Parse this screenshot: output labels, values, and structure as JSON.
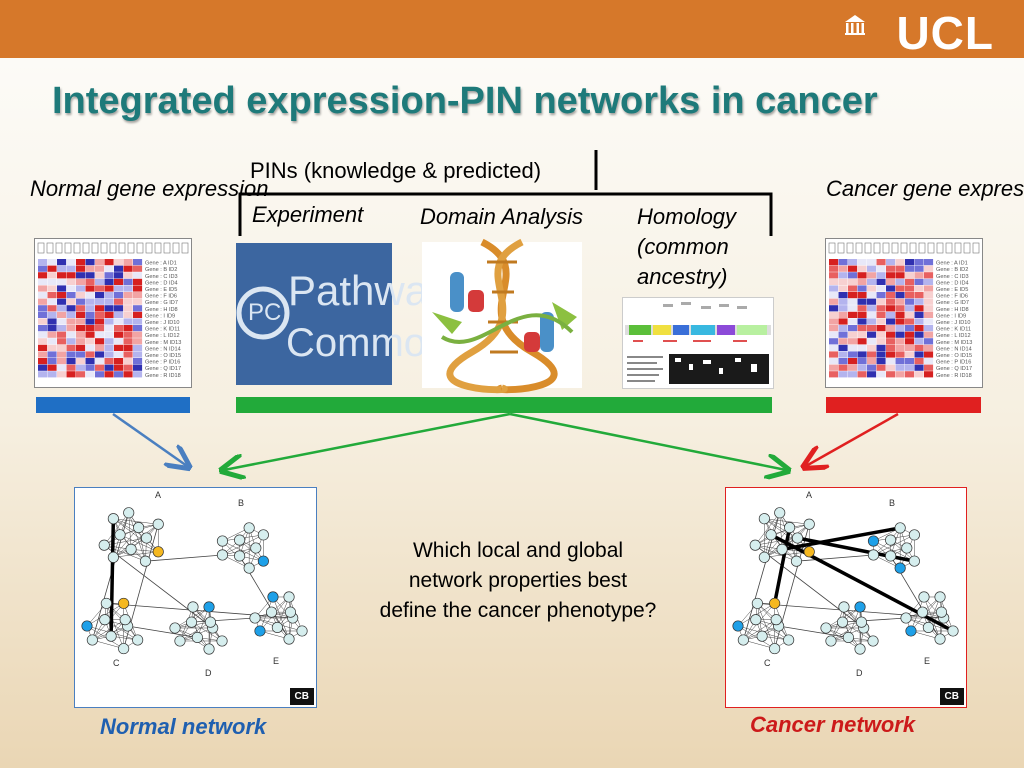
{
  "header": {
    "logo_text": "UCL",
    "bar_color": "#d6782a"
  },
  "slide": {
    "title": "Integrated expression-PIN networks in cancer",
    "title_color": "#1e7a7a"
  },
  "pins": {
    "label": "PINs (knowledge & predicted)",
    "sources": [
      {
        "label": "Experiment"
      },
      {
        "label": "Domain Analysis"
      },
      {
        "label": "Homology (common ancestry)"
      }
    ],
    "logo": {
      "initials": "PC",
      "word1": "Pathway",
      "word2": "Commons"
    }
  },
  "normal_expression": {
    "label": "Normal gene expression",
    "bar_color": "#1f6fc5"
  },
  "cancer_expression": {
    "label": "Cancer gene expression",
    "bar_color": "#e02020"
  },
  "pin_bar_color": "#22aa3a",
  "heatmap": {
    "gene_labels": [
      "Gene : A  ID1",
      "Gene : B  ID2",
      "Gene : C  ID3",
      "Gene : D  ID4",
      "Gene : E  ID5",
      "Gene : F  ID6",
      "Gene : G  ID7",
      "Gene : H  ID8",
      "Gene : I  ID9",
      "Gene : J  ID10",
      "Gene : K  ID11",
      "Gene : L  ID12",
      "Gene : M  ID13",
      "Gene : N  ID14",
      "Gene : O  ID15",
      "Gene : P  ID16",
      "Gene : Q  ID17",
      "Gene : R  ID18"
    ]
  },
  "network": {
    "cluster_labels": [
      "A",
      "B",
      "C",
      "D",
      "E"
    ],
    "logo": "CB",
    "node_color": "#d6eeee",
    "highlight_color": "#1ea0e8",
    "seed_color": "#f5b820"
  },
  "normal_network": {
    "label": "Normal network",
    "color": "#1f5fb0"
  },
  "cancer_network": {
    "label": "Cancer network",
    "color": "#cc1a1a"
  },
  "question": "Which local and global network properties best define the cancer phenotype?"
}
